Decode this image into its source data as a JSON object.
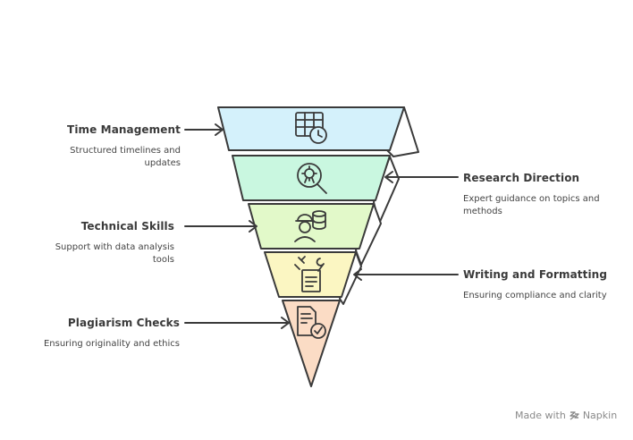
{
  "levels": [
    {
      "title": "Time Management",
      "desc": "Structured timelines and updates",
      "side": "left",
      "color": "#d4f1fb",
      "icon": "calendar-clock-icon"
    },
    {
      "title": "Research Direction",
      "desc": "Expert guidance on topics and methods",
      "side": "right",
      "color": "#c9f7e0",
      "icon": "search-gear-icon"
    },
    {
      "title": "Technical Skills",
      "desc": "Support with data analysis tools",
      "side": "left",
      "color": "#e2f9c9",
      "icon": "engineer-database-icon"
    },
    {
      "title": "Writing and Formatting",
      "desc": "Ensuring compliance and clarity",
      "side": "right",
      "color": "#fbf6c2",
      "icon": "document-tools-icon"
    },
    {
      "title": "Plagiarism Checks",
      "desc": "Ensuring originality and ethics",
      "side": "left",
      "color": "#fbdcc5",
      "icon": "document-check-icon"
    }
  ],
  "watermark": {
    "text": "Made with",
    "brand": "Napkin",
    "icon": "napkin-logo-icon"
  }
}
